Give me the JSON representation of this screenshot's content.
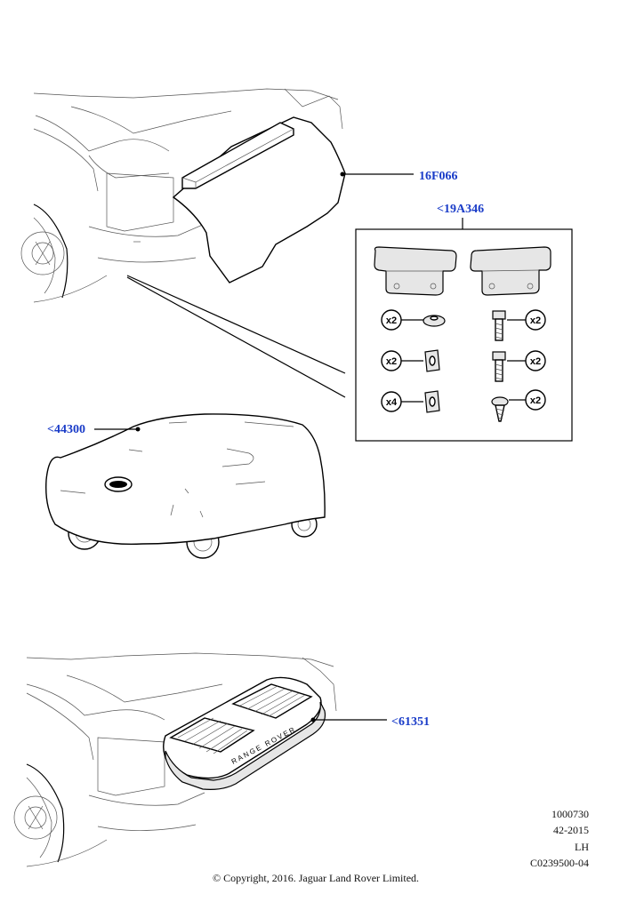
{
  "callouts": {
    "loadspace_protector": "16F066",
    "mudflap_kit": "<19A346",
    "car_cover": "<44300",
    "tread_plate": "<61351"
  },
  "kit_quantities": {
    "washer": "x2",
    "bolt_a": "x2",
    "clip_a": "x2",
    "bolt_b": "x2",
    "clip_b": "x4",
    "screw": "x2"
  },
  "meta": {
    "ref_number": "1000730",
    "date_code": "42-2015",
    "side": "LH",
    "illustration_id": "C0239500-04"
  },
  "copyright": "© Copyright, 2016. Jaguar Land Rover Limited."
}
